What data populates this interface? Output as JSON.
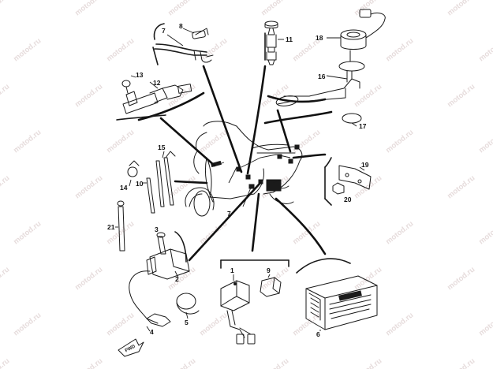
{
  "watermark": "motod.ru",
  "parts": [
    {
      "id": "1",
      "label": "1"
    },
    {
      "id": "2",
      "label": "2"
    },
    {
      "id": "3",
      "label": "3"
    },
    {
      "id": "4",
      "label": "4"
    },
    {
      "id": "5",
      "label": "5"
    },
    {
      "id": "6",
      "label": "6"
    },
    {
      "id": "7a",
      "label": "7"
    },
    {
      "id": "7b",
      "label": "7"
    },
    {
      "id": "8",
      "label": "8"
    },
    {
      "id": "9",
      "label": "9"
    },
    {
      "id": "10",
      "label": "10"
    },
    {
      "id": "11",
      "label": "11"
    },
    {
      "id": "12",
      "label": "12"
    },
    {
      "id": "13",
      "label": "13"
    },
    {
      "id": "14",
      "label": "14"
    },
    {
      "id": "15",
      "label": "15"
    },
    {
      "id": "16",
      "label": "16"
    },
    {
      "id": "17",
      "label": "17"
    },
    {
      "id": "18",
      "label": "18"
    },
    {
      "id": "19",
      "label": "19"
    },
    {
      "id": "20",
      "label": "20"
    },
    {
      "id": "21",
      "label": "21"
    }
  ],
  "arrow_label": "FWD"
}
